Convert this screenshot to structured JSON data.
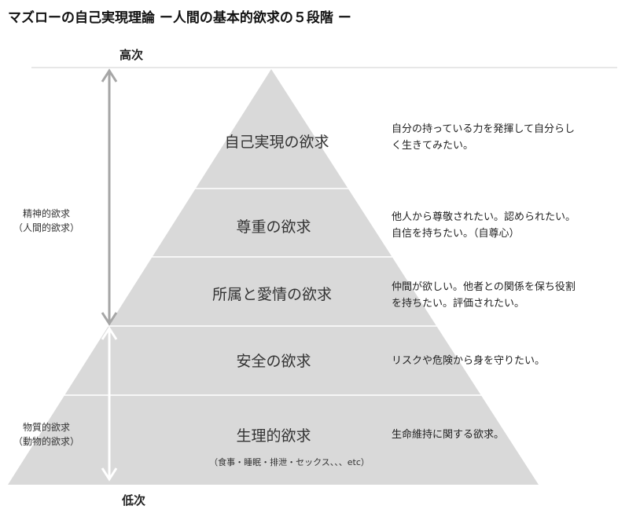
{
  "title": "マズローの自己実現理論 ー人間の基本的欲求の５段階 ー",
  "axis": {
    "top": "高次",
    "bottom": "低次"
  },
  "sides": {
    "spiritual": {
      "line1": "精神的欲求",
      "line2": "（人間的欲求）"
    },
    "material": {
      "line1": "物質的欲求",
      "line2": "（動物的欲求）"
    }
  },
  "levels": [
    {
      "name": "自己実現の欲求",
      "desc": [
        "自分の持っている力を発揮して自分らし",
        "く生きてみたい。"
      ]
    },
    {
      "name": "尊重の欲求",
      "desc": [
        "他人から尊敬されたい。認められたい。",
        "自信を持ちたい。（自尊心）"
      ]
    },
    {
      "name": "所属と愛情の欲求",
      "desc": [
        "仲間が欲しい。他者との関係を保ち役割",
        "を持ちたい。評価されたい。"
      ]
    },
    {
      "name": "安全の欲求",
      "desc": [
        "リスクや危険から身を守りたい。"
      ]
    },
    {
      "name": "生理的欲求",
      "sub": "（食事・睡眠・排泄・セックス、、、etc）",
      "desc": [
        "生命維持に関する欲求。"
      ]
    }
  ],
  "colors": {
    "pyramid": "#d9d9d9",
    "divider": "#ffffff",
    "arrow_spiritual": "#a6a6a6",
    "arrow_material": "#ffffff"
  }
}
